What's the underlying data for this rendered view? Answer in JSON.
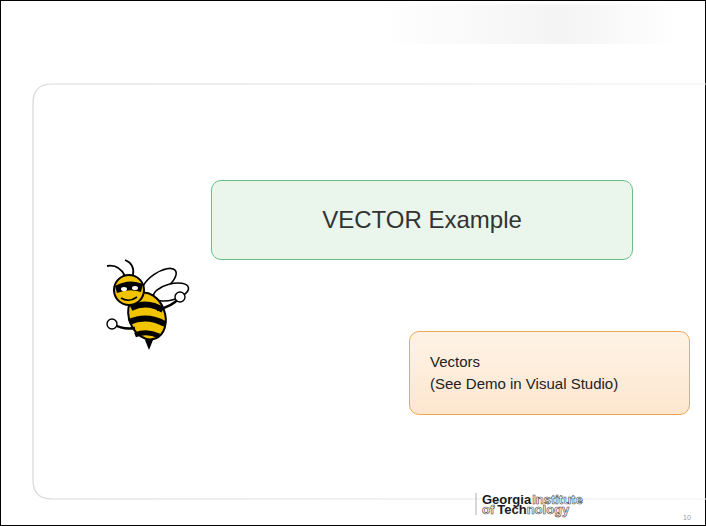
{
  "diagram": {
    "nodes": [
      {
        "text": [
          "VECTOR Example"
        ]
      },
      {
        "text": [
          "Vectors",
          "(See Demo in Visual Studio)"
        ]
      }
    ],
    "labels": [
      "Georgia",
      "Institute",
      "of",
      "Tech",
      "nology",
      "10"
    ]
  }
}
